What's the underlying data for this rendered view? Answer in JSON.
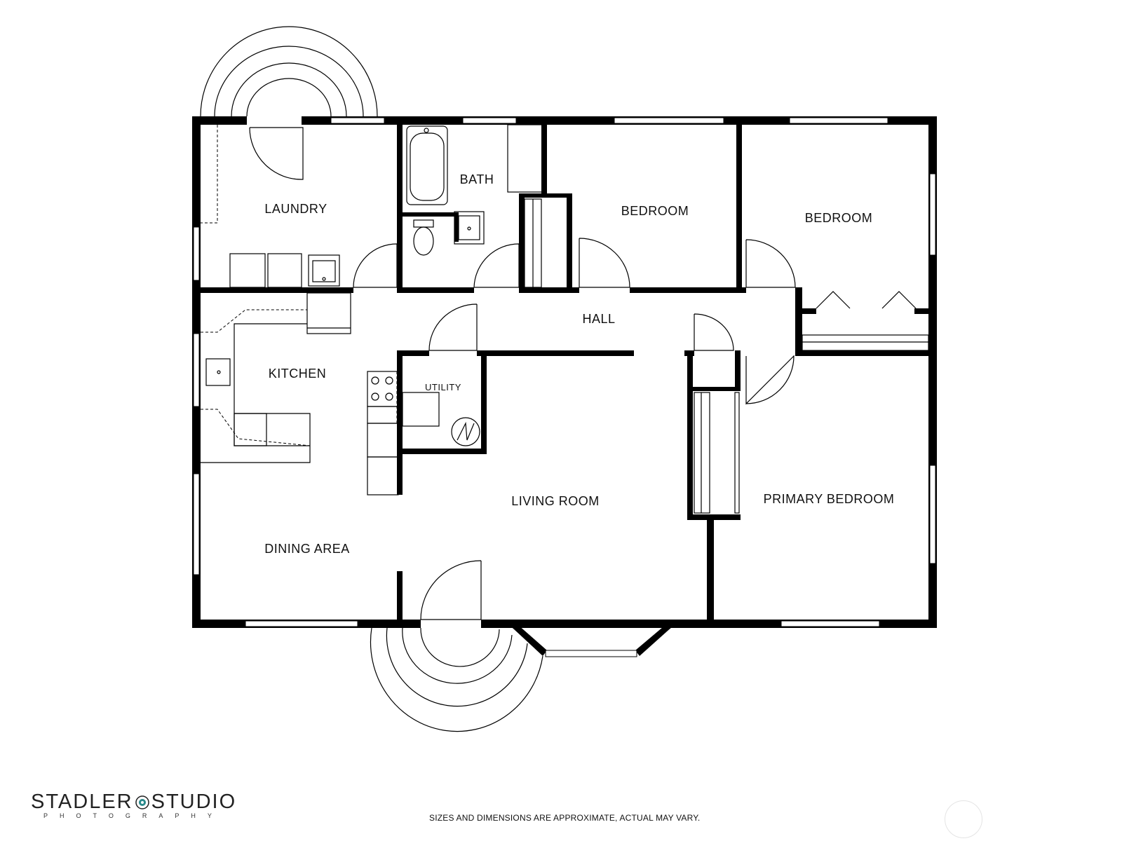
{
  "rooms": {
    "laundry": "LAUNDRY",
    "bath": "BATH",
    "bedroom_1": "BEDROOM",
    "bedroom_2": "BEDROOM",
    "hall": "HALL",
    "kitchen": "KITCHEN",
    "utility": "UTILITY",
    "living_room": "LIVING ROOM",
    "primary_bedroom": "PRIMARY BEDROOM",
    "dining_area": "DINING AREA"
  },
  "branding": {
    "name_left": "STADLER",
    "name_right": "STUDIO",
    "subtitle": "PHOTOGRAPHY",
    "accent_color": "#2a8a8c"
  },
  "disclaimer": "SIZES AND DIMENSIONS ARE APPROXIMATE, ACTUAL MAY VARY."
}
